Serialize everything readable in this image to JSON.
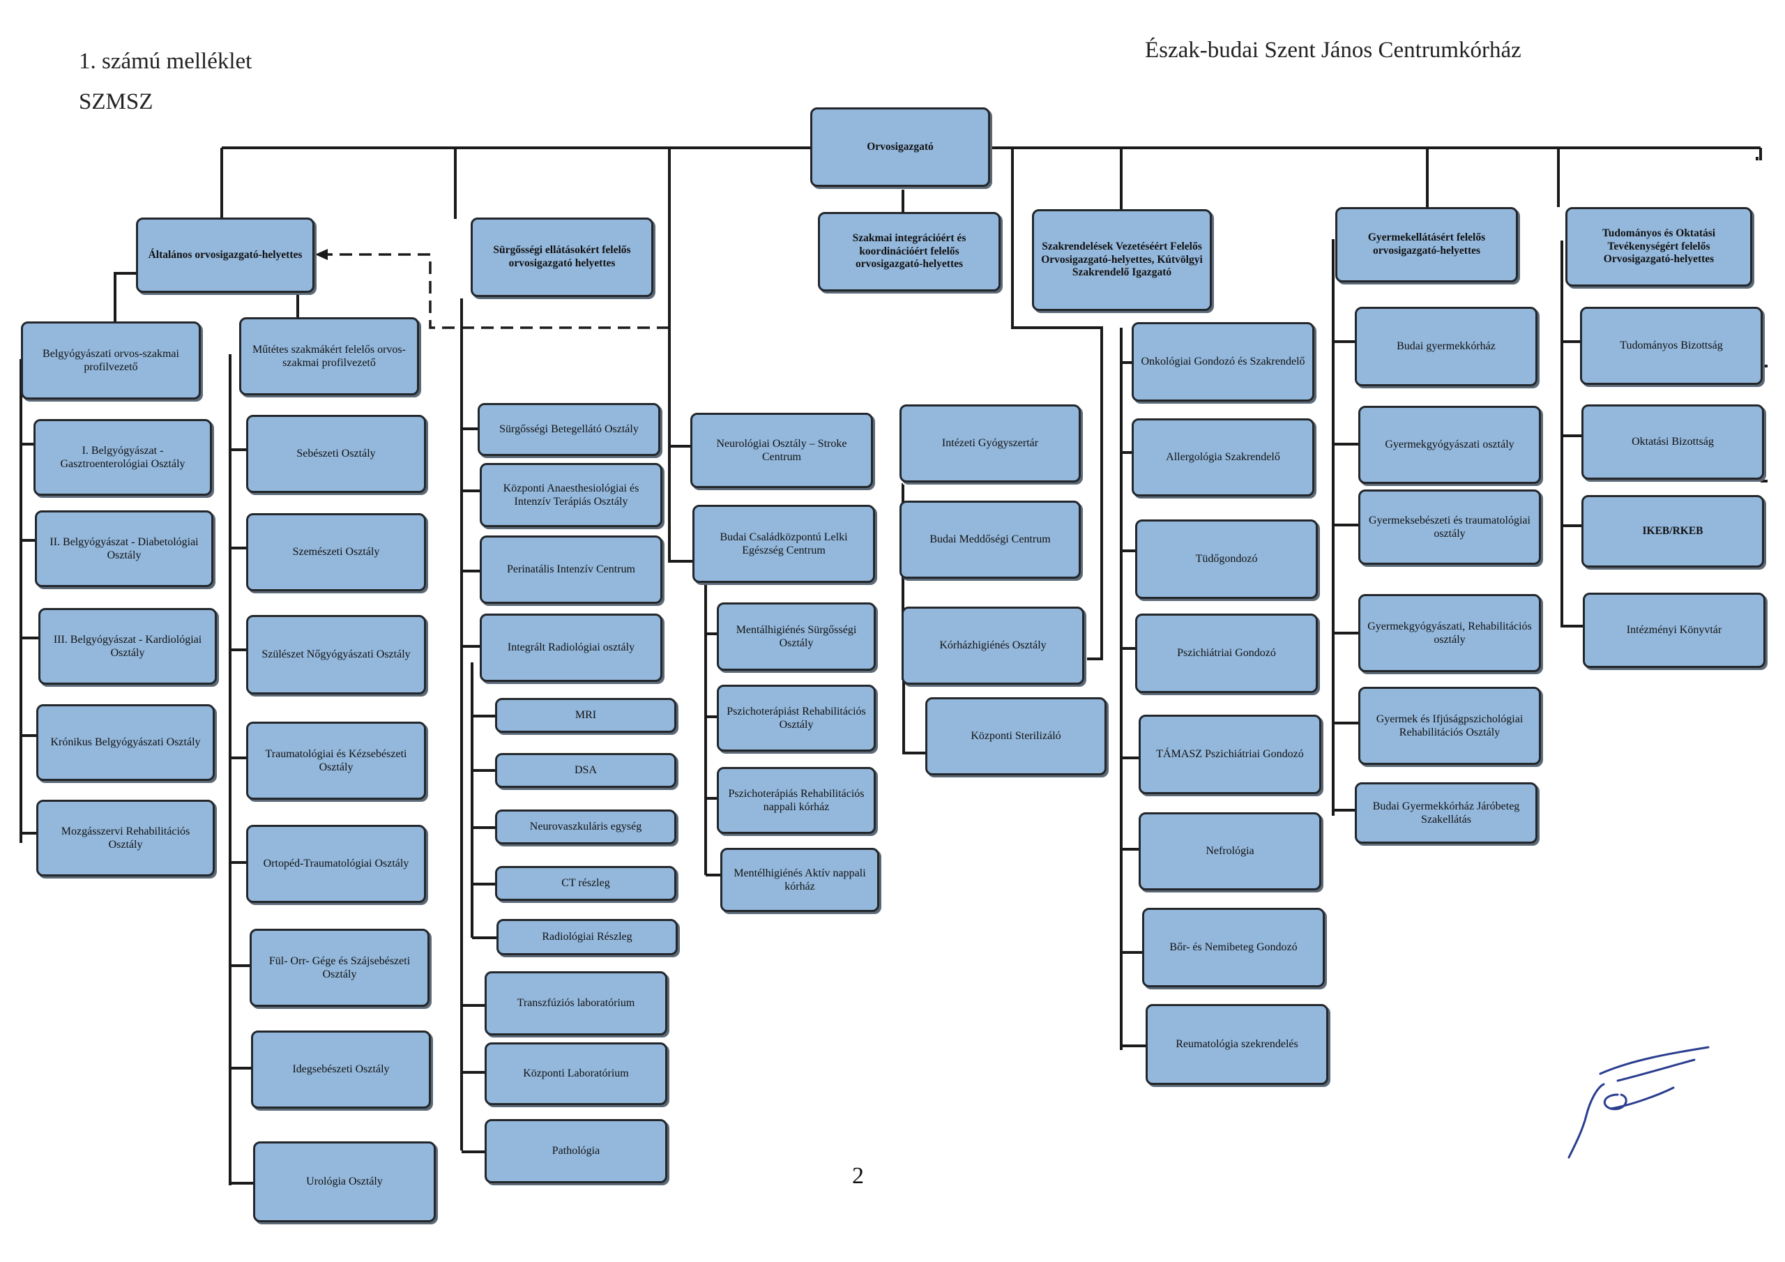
{
  "header": {
    "annex": "1. számú melléklet",
    "doc": "SZMSZ",
    "hospital": "Észak-budai Szent János Centrumkórház"
  },
  "page_number": "2",
  "nodes": {
    "orvosigazgato": "Orvosigazgató",
    "altalanos": "Általános orvosigazgató-helyettes",
    "surgossegi_h": "Sürgősségi ellátásokért felelős orvosigazgató helyettes",
    "szakmai_int": "Szakmai integrációért és koordinációért felelős orvosigazgató-helyettes",
    "szakrendelesek": "Szakrendelések Vezetéséért Felelős Orvosigazgató-helyettes, Kútvölgyi Szakrendelő Igazgató",
    "gyermek_h": "Gyermekellátásért felelős orvosigazgató-helyettes",
    "tudomanyos_h": "Tudományos és Oktatási Tevékenységért felelős Orvosigazgató-helyettes",
    "belgy_profil": "Belgyógyászati orvos-szakmai profilvezető",
    "mutetes_profil": "Műtétes szakmákért felelős orvos-szakmai profilvezető",
    "belgy1": "I. Belgyógyászat - Gasztroenterológiai Osztály",
    "belgy2": "II. Belgyógyászat - Diabetológiai Osztály",
    "belgy3": "III. Belgyógyászat - Kardiológiai Osztály",
    "kronikus": "Krónikus Belgyógyászati Osztály",
    "mozgasszervi": "Mozgásszervi Rehabilitációs Osztály",
    "sebeszeti": "Sebészeti Osztály",
    "szemeszeti": "Szemészeti Osztály",
    "szuleszet": "Szülészet Nőgyógyászati Osztály",
    "traumatologiai": "Traumatológiai és Kézsebészeti Osztály",
    "ortoped": "Ortopéd-Traumatológiai Osztály",
    "ful": "Fül- Orr- Gége és Szájsebészeti Osztály",
    "idegsebeszeti": "Idegsebészeti Osztály",
    "urologia": "Urológia Osztály",
    "surg_beteg": "Sürgősségi Betegellátó Osztály",
    "kozponti_an": "Központi Anaesthesiológiai és Intenzív Terápiás Osztály",
    "perinatalis": "Perinatális Intenzív Centrum",
    "integralt": "Integrált Radiológiai osztály",
    "mri": "MRI",
    "dsa": "DSA",
    "neurovaszk": "Neurovaszkuláris egység",
    "ct": "CT részleg",
    "radiologiai": "Radiológiai Részleg",
    "transzfuzios": "Transzfúziós laboratórium",
    "kozponti_lab": "Központi Laboratórium",
    "pathologia": "Pathológia",
    "neurologiai": "Neurológiai Osztály – Stroke Centrum",
    "budai_csalad": "Budai Családközpontú Lelki Egészség Centrum",
    "mentalhig_s": "Mentálhigiénés Sürgősségi Osztály",
    "pszicho_rehab": "Pszichoterápiást Rehabilitációs Osztály",
    "pszicho_nappali": "Pszichoterápiás Rehabilitációs nappali kórház",
    "mentalhig_a": "Mentélhigiénés Aktív nappali kórház",
    "intezeti_gy": "Intézeti Gyógyszertár",
    "budai_medd": "Budai Meddőségi Centrum",
    "korhazhig": "Kórházhigiénés Osztály",
    "kozponti_ster": "Központi Sterilizáló",
    "onkologiai": "Onkológiai Gondozó és Szakrendelő",
    "allergologia": "Allergológia Szakrendelő",
    "tudogondozo": "Tüdőgondozó",
    "pszichiatriai": "Pszichiátriai Gondozó",
    "tamasz": "TÁMASZ Pszichiátriai Gondozó",
    "nefrologia": "Nefrológia",
    "bor": "Bőr- és Nemibeteg Gondozó",
    "reumatologia": "Reumatológia szekrendelés",
    "budai_gyk": "Budai gyermekkórház",
    "gyermekgyogy": "Gyermekgyógyászati osztály",
    "gyermeksebeszeti": "Gyermeksebészeti és traumatológiai osztály",
    "gyermek_rehab": "Gyermekgyógyászati, Rehabilitációs osztály",
    "gyermek_ifj": "Gyermek és Ifjúságpszichológiai Rehabilitációs Osztály",
    "budai_gyk_jaro": "Budai Gyermekkórház Járóbeteg Szakellátás",
    "tudomanyos_b": "Tudományos Bizottság",
    "oktatasi_b": "Oktatási Bizottság",
    "ikeb": "IKEB/RKEB",
    "intezmenyi_k": "Intézményi Könyvtár"
  },
  "colors": {
    "box_fill": "#94b8dc",
    "box_border": "#23272b",
    "line": "#1a1a1a"
  }
}
